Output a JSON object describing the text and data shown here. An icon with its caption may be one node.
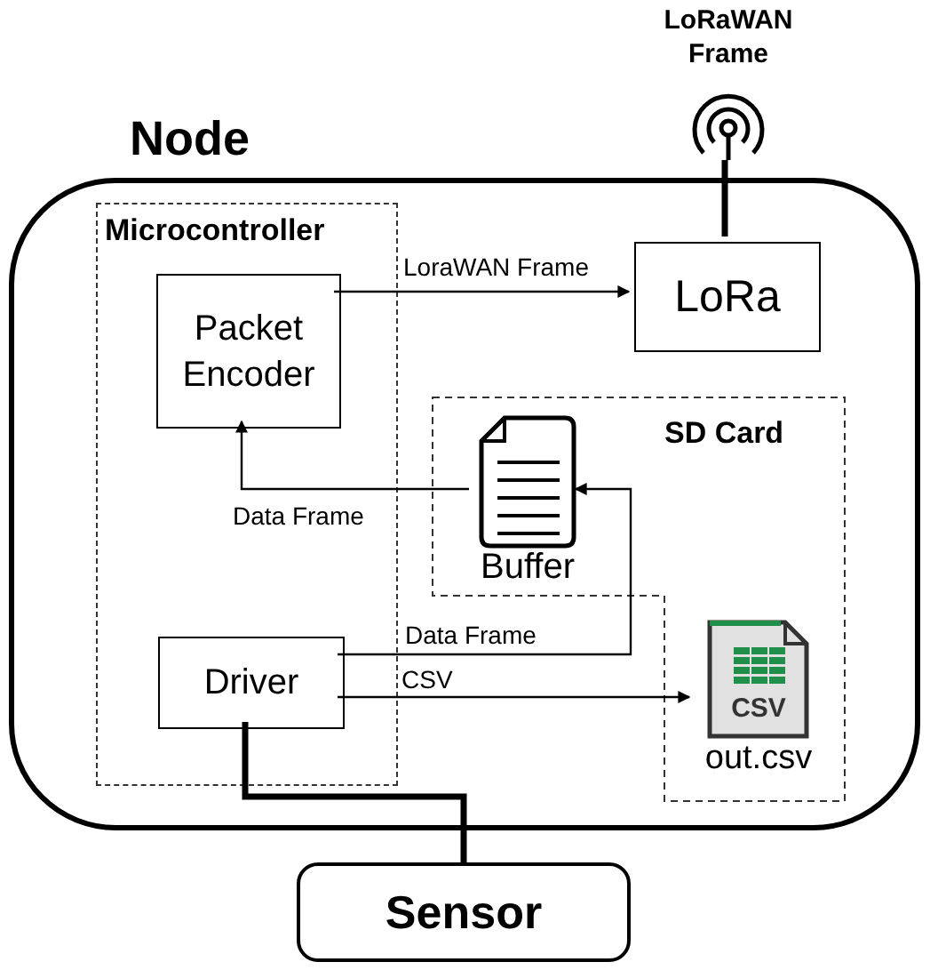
{
  "diagram": {
    "nodes": [
      {
        "text": [
          "Node"
        ]
      },
      {
        "text": [
          "Microcontroller"
        ],
        "in": 0
      },
      {
        "text": [
          "Packet Encoder"
        ],
        "in": 1
      },
      {
        "text": [
          "Driver"
        ],
        "in": 1
      },
      {
        "text": [
          "LoRa"
        ],
        "in": 0
      },
      {
        "text": [
          "SD Card"
        ],
        "in": 0
      },
      {
        "text": [
          "Buffer"
        ],
        "in": 5
      },
      {
        "text": [
          "out.csv"
        ],
        "in": 5
      },
      {
        "text": [
          "LoRaWAN Frame"
        ]
      },
      {
        "text": [
          "Sensor"
        ]
      }
    ],
    "edges": [
      {
        "from": 2,
        "to": 4,
        "arrow": "to",
        "label": "LoraWAN Frame"
      },
      {
        "from": 6,
        "to": 2,
        "arrow": "to",
        "label": "Data Frame"
      },
      {
        "from": 3,
        "to": 6,
        "arrow": "to",
        "label": "Data Frame"
      },
      {
        "from": 3,
        "to": 7,
        "arrow": "to",
        "label": "CSV"
      },
      {
        "from": 3,
        "to": 9,
        "arrow": "none",
        "style": "thick"
      },
      {
        "from": 4,
        "to": 8,
        "arrow": "none",
        "style": "thick"
      }
    ],
    "labels": [
      "CSV"
    ]
  }
}
